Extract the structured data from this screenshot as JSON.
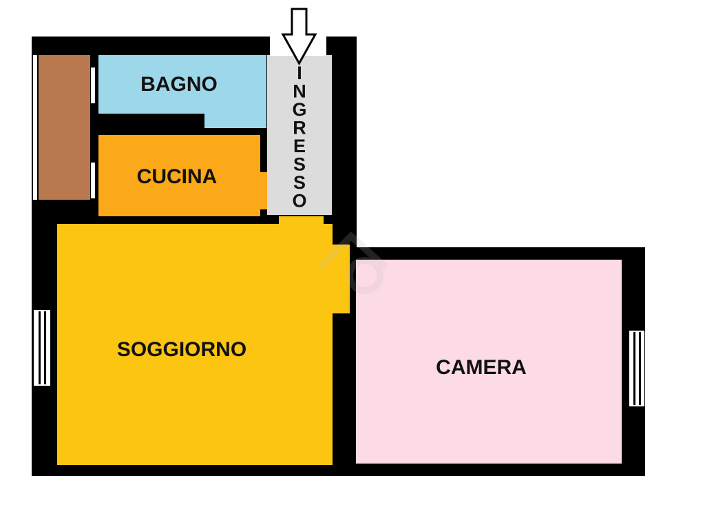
{
  "rooms": {
    "bagno": {
      "label": "BAGNO",
      "color": "#9dd8ea"
    },
    "cucina": {
      "label": "CUCINA",
      "color": "#fba918"
    },
    "soggiorno": {
      "label": "SOGGIORNO",
      "color": "#fcc512"
    },
    "camera": {
      "label": "CAMERA",
      "color": "#fcdbe6"
    },
    "ingresso": {
      "label": "INGRESSO",
      "color": "#dcdcdc"
    },
    "ripostiglio": {
      "color": "#b8794f"
    }
  },
  "colors": {
    "wall": "#000000",
    "window": "#ffffff"
  },
  "icons": {
    "entrance": "entrance-arrow-icon"
  }
}
